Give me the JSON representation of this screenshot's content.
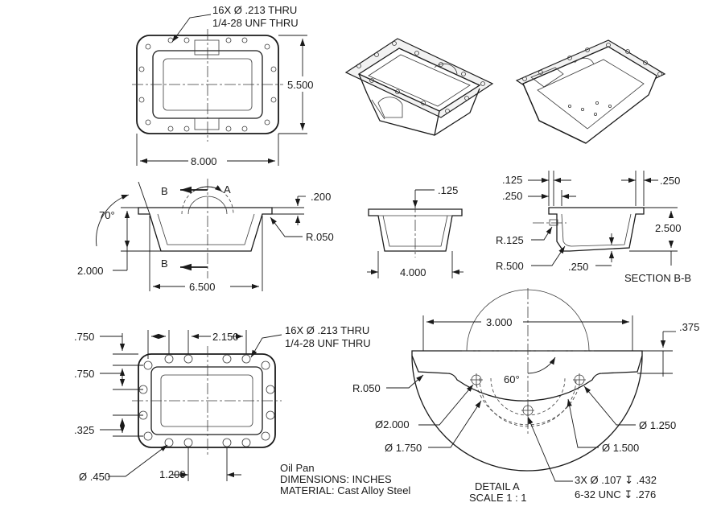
{
  "views": {
    "top": {
      "hole_note": [
        "16X Ø .213 THRU",
        "1/4-28 UNF  THRU"
      ],
      "dims": {
        "height": "5.500",
        "width": "8.000"
      }
    },
    "front": {
      "dims": {
        "angle": "70°",
        "width": "6.500",
        "height": "2.000",
        "flange": ".200",
        "radius": "R.050"
      },
      "section_letters": {
        "top": "B",
        "bottom": "B"
      },
      "detail_letter": "A"
    },
    "side": {
      "dims": {
        "flange": ".125",
        "width": "4.000"
      }
    },
    "section": {
      "dims": {
        "t1": ".125",
        "t2": ".250",
        "t3": ".250",
        "height": "2.500",
        "r_inner": "R.125",
        "r_outer": "R.500",
        "wall": ".250"
      },
      "label": "SECTION B-B"
    },
    "bottom": {
      "dims": {
        "a": ".750",
        "b": ".750",
        "c": ".325",
        "top_span": "2.150",
        "hole": "Ø .450",
        "bottom_span": "1.200"
      },
      "hole_note": [
        "16X Ø .213 THRU",
        "1/4-28 UNF  THRU"
      ]
    },
    "detail": {
      "dims": {
        "width": "3.000",
        "depth": ".375",
        "radius": "R.050",
        "angle": "60°",
        "d1": "Ø2.000",
        "d2": "Ø 1.750",
        "d3": "Ø 1.250",
        "d4": "Ø 1.500"
      },
      "title": [
        "DETAIL A",
        "SCALE 1 : 1"
      ],
      "hole_note": [
        "3X  Ø  .107  ↧  .432",
        "6-32 UNC  ↧  .276"
      ]
    }
  },
  "title_block": [
    "Oil Pan",
    "DIMENSIONS: INCHES",
    "MATERIAL: Cast Alloy Steel"
  ]
}
